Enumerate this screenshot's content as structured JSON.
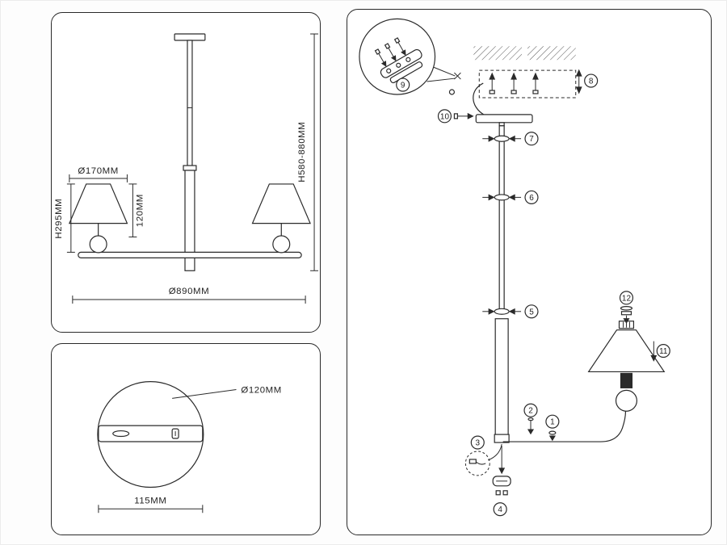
{
  "drawing": {
    "line_color": "#2a2a2a",
    "background": "#ffffff"
  },
  "dimension_panel": {
    "shade_diameter": "Ø170MM",
    "fixture_height": "H295MM",
    "shade_height": "120MM",
    "overall_height": "H580-880MM",
    "overall_diameter": "Ø890MM"
  },
  "canopy_panel": {
    "canopy_diameter": "Ø120MM",
    "plate_length": "115MM"
  },
  "assembly_panel": {
    "callouts": [
      "1",
      "2",
      "3",
      "4",
      "5",
      "6",
      "7",
      "8",
      "9",
      "10",
      "11",
      "12"
    ]
  }
}
